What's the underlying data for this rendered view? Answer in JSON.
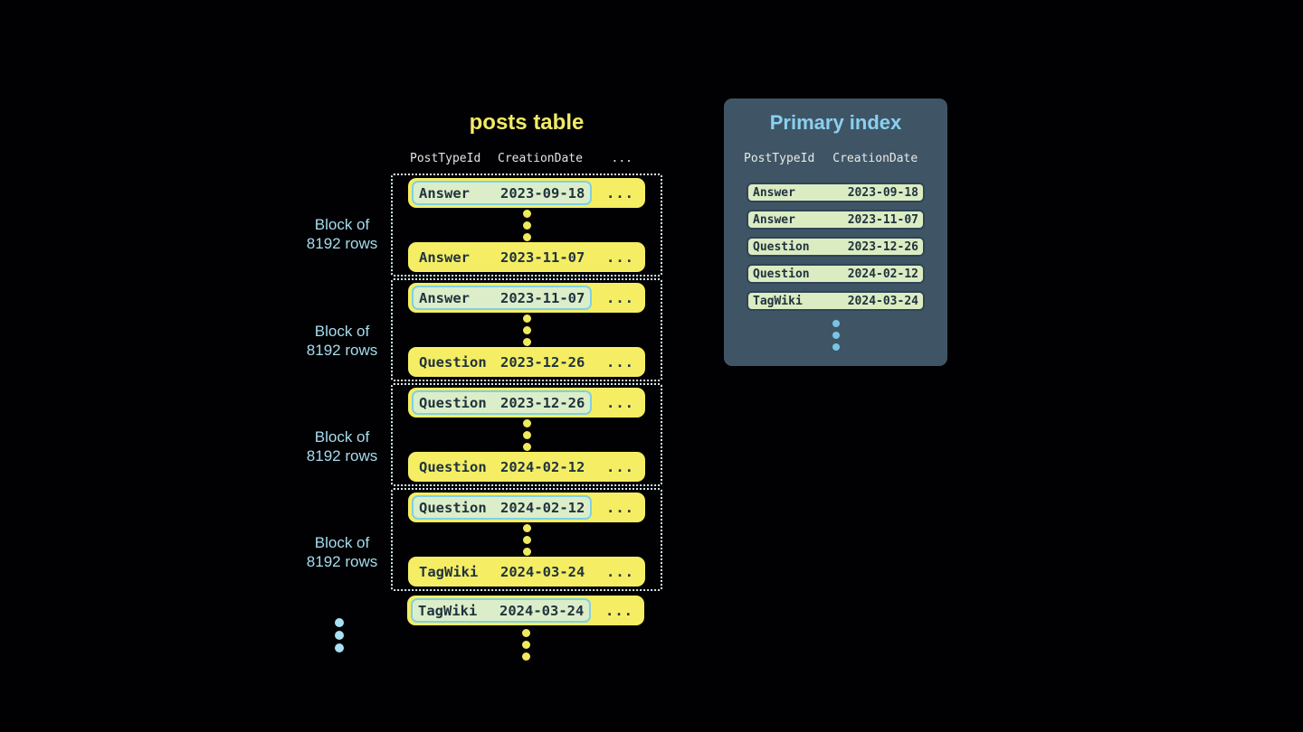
{
  "posts_table": {
    "title": "posts table",
    "header": {
      "col_type": "PostTypeId",
      "col_date": "CreationDate",
      "ellipsis": "..."
    },
    "row_ellipsis": "...",
    "block_label": {
      "line1": "Block of",
      "line2": "8192 rows"
    },
    "blocks": [
      {
        "first_row": {
          "type": "Answer",
          "date": "2023-09-18"
        },
        "last_row": {
          "type": "Answer",
          "date": "2023-11-07"
        }
      },
      {
        "first_row": {
          "type": "Answer",
          "date": "2023-11-07"
        },
        "last_row": {
          "type": "Question",
          "date": "2023-12-26"
        }
      },
      {
        "first_row": {
          "type": "Question",
          "date": "2023-12-26"
        },
        "last_row": {
          "type": "Question",
          "date": "2024-02-12"
        }
      },
      {
        "first_row": {
          "type": "Question",
          "date": "2024-02-12"
        },
        "last_row": {
          "type": "TagWiki",
          "date": "2024-03-24"
        }
      }
    ],
    "overflow_row": {
      "type": "TagWiki",
      "date": "2024-03-24"
    }
  },
  "primary_index": {
    "title": "Primary index",
    "header": {
      "col_type": "PostTypeId",
      "col_date": "CreationDate"
    },
    "rows": [
      {
        "type": "Answer",
        "date": "2023-09-18"
      },
      {
        "type": "Answer",
        "date": "2023-11-07"
      },
      {
        "type": "Question",
        "date": "2023-12-26"
      },
      {
        "type": "Question",
        "date": "2024-02-12"
      },
      {
        "type": "TagWiki",
        "date": "2024-03-24"
      }
    ]
  },
  "colors": {
    "background": "#010103",
    "row_yellow": "#f5ee64",
    "title_yellow": "#f1eb66",
    "dark_text": "#20333f",
    "highlight_pill_bg": "#dceec9",
    "highlight_pill_border": "#7ed0e6",
    "block_dotted_border": "#d8ecf4",
    "block_label_blue": "#a6dcee",
    "panel_bg": "#3f5565",
    "panel_title_blue": "#8bd0f0",
    "index_row_bg": "#dbecc3",
    "index_row_border": "#2e4556",
    "panel_dots_blue": "#79c4e5",
    "bottom_dots_blue": "#a9e0f2",
    "yellow_dots": "#f0e95e"
  }
}
